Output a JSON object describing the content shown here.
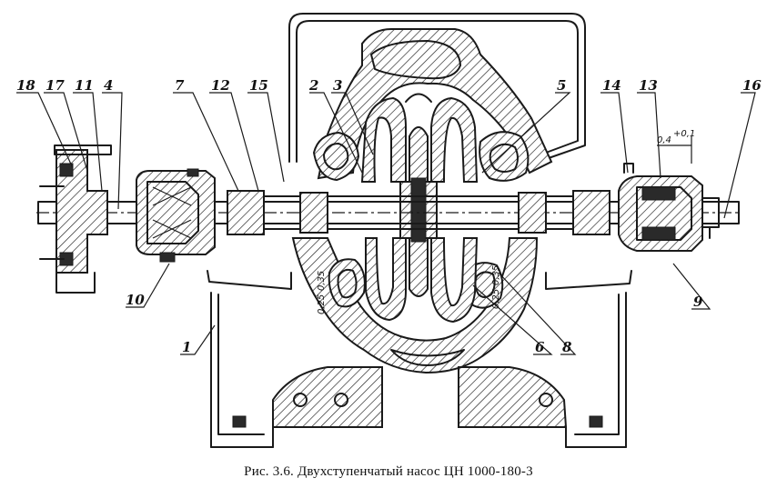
{
  "caption": "Рис.  3.6. Двухступенчатый насос ЦН 1000-180-3",
  "callouts": [
    "18",
    "17",
    "11",
    "4",
    "7",
    "12",
    "15",
    "2",
    "3",
    "5",
    "14",
    "13",
    "16",
    "10",
    "1",
    "6",
    "8",
    "9"
  ],
  "dimensions": [
    "0,4",
    "+0,1",
    "0,25",
    "0,35",
    "0,25",
    "0,35"
  ]
}
